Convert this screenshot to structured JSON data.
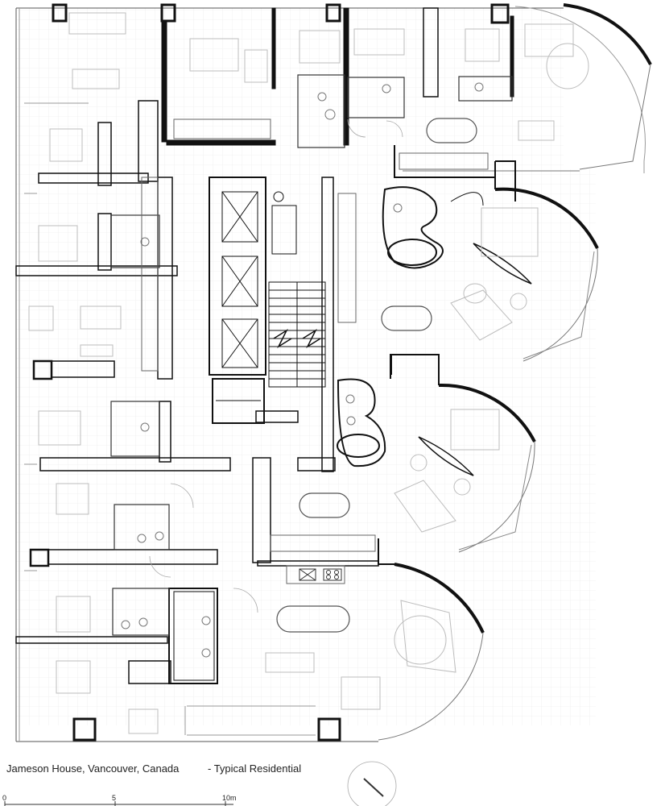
{
  "caption": {
    "project": "Jameson House, Vancouver, Canada",
    "plan_type": "- Typical Residential"
  },
  "scale_bar": {
    "ticks": [
      "0",
      "5",
      "10m"
    ]
  },
  "colors": {
    "wall": "#111111",
    "line": "#8a8a8a",
    "furniture": "#bdbdbd",
    "grid": "#e6e6e6"
  },
  "icons": [
    "north-arrow-icon",
    "elevator-icon",
    "stair-icon"
  ]
}
